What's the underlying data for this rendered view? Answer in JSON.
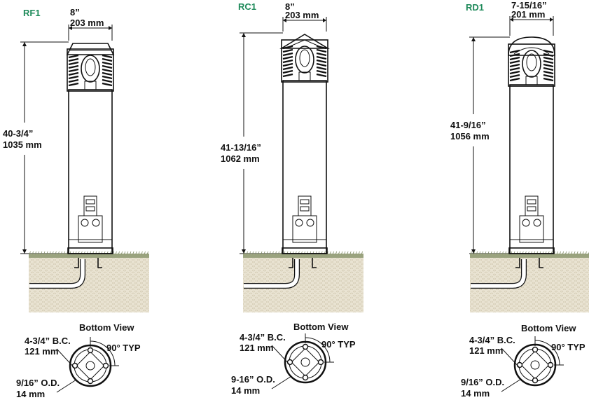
{
  "colors": {
    "model_label": "#1e8a5a",
    "ground_grass": "#9aa37e",
    "ground_soil": "#e9e3d2",
    "line": "#111111"
  },
  "bollards": [
    {
      "model": "RF1",
      "top_style": "flat",
      "width_in": "8”",
      "width_mm": "203 mm",
      "height_in": "40-3/4”",
      "height_mm": "1035 mm",
      "bottom_view": {
        "title": "Bottom View",
        "bc_in": "4-3/4” B.C.",
        "bc_mm": "121 mm",
        "angle": "90° TYP",
        "od_in": "9/16” O.D.",
        "od_mm": "14 mm"
      }
    },
    {
      "model": "RC1",
      "top_style": "cone",
      "width_in": "8”",
      "width_mm": "203 mm",
      "height_in": "41-13/16”",
      "height_mm": "1062 mm",
      "bottom_view": {
        "title": "Bottom View",
        "bc_in": "4-3/4” B.C.",
        "bc_mm": "121 mm",
        "angle": "90° TYP",
        "od_in": "9-16” O.D.",
        "od_mm": "14 mm"
      }
    },
    {
      "model": "RD1",
      "top_style": "dome",
      "width_in": "7-15/16”",
      "width_mm": "201 mm",
      "height_in": "41-9/16”",
      "height_mm": "1056 mm",
      "bottom_view": {
        "title": "Bottom View",
        "bc_in": "4-3/4” B.C.",
        "bc_mm": "121 mm",
        "angle": "90° TYP",
        "od_in": "9/16” O.D.",
        "od_mm": "14 mm"
      }
    }
  ]
}
